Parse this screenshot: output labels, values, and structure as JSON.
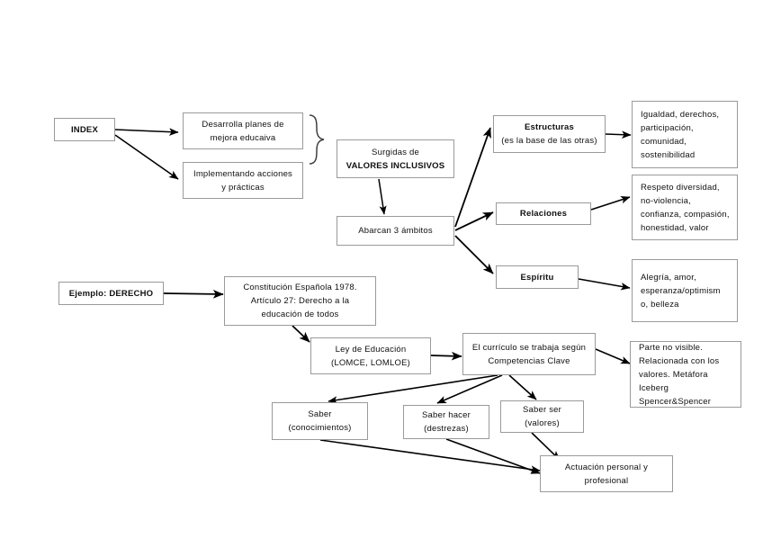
{
  "diagram": {
    "title_nodes": {
      "index": {
        "lines": [
          "INDEX"
        ]
      },
      "ejemplo": {
        "lines": [
          "Ejemplo: DERECHO"
        ]
      }
    },
    "nodes": [
      {
        "id": "index",
        "lines": [
          "INDEX"
        ],
        "bold": true
      },
      {
        "id": "desarrolla",
        "lines": [
          "Desarrolla planes de",
          "mejora educaiva"
        ]
      },
      {
        "id": "implementando",
        "lines": [
          "Implementando acciones",
          "y prácticas"
        ]
      },
      {
        "id": "valores",
        "lines": [
          "Surgidas de",
          "VALORES INCLUSIVOS"
        ]
      },
      {
        "id": "abarcan",
        "lines": [
          "Abarcan 3 ámbitos"
        ]
      },
      {
        "id": "estructuras",
        "lines": [
          "Estructuras",
          "(es la base de las otras)"
        ]
      },
      {
        "id": "relaciones",
        "lines": [
          "Relaciones"
        ]
      },
      {
        "id": "espiritu",
        "lines": [
          "Espíritu"
        ]
      },
      {
        "id": "igualdad",
        "lines": [
          "Igualdad, derechos,",
          "participación,",
          "comunidad,",
          "sostenibilidad"
        ]
      },
      {
        "id": "respeto",
        "lines": [
          "Respeto diversidad,",
          "no-violencia,",
          "confianza, compasión,",
          "honestidad, valor"
        ]
      },
      {
        "id": "alegria",
        "lines": [
          "Alegría, amor,",
          "esperanza/optimism",
          "o, belleza"
        ]
      },
      {
        "id": "ejemplo",
        "lines": [
          "Ejemplo: DERECHO"
        ],
        "bold": true
      },
      {
        "id": "constitucion",
        "lines": [
          "Constitución Española 1978.",
          "Artículo 27: Derecho a la",
          "educación de todos"
        ]
      },
      {
        "id": "ley",
        "lines": [
          "Ley de Educación",
          "(LOMCE, LOMLOE)"
        ]
      },
      {
        "id": "curriculo",
        "lines": [
          "El currículo se trabaja según",
          "Competencias Clave"
        ]
      },
      {
        "id": "iceberg",
        "lines": [
          "Parte no visible.",
          "Relacionada con los",
          "valores. Metáfora Iceberg",
          "Spencer&Spencer"
        ]
      },
      {
        "id": "saber",
        "lines": [
          "Saber",
          "(conocimientos)"
        ]
      },
      {
        "id": "saber_hacer",
        "lines": [
          "Saber hacer",
          "(destrezas)"
        ]
      },
      {
        "id": "saber_ser",
        "lines": [
          "Saber ser",
          "(valores)"
        ]
      },
      {
        "id": "actuacion",
        "lines": [
          "Actuación personal y",
          "profesional"
        ]
      }
    ],
    "labels": {
      "index": "INDEX",
      "desarrolla_l1": "Desarrolla planes de",
      "desarrolla_l2": "mejora educaiva",
      "implementando_l1": "Implementando acciones",
      "implementando_l2": "y prácticas",
      "valores_l1": "Surgidas de",
      "valores_l2": "VALORES INCLUSIVOS",
      "abarcan": "Abarcan 3 ámbitos",
      "estructuras_l1": "Estructuras",
      "estructuras_l2": "(es la base de las otras)",
      "relaciones": "Relaciones",
      "espiritu": "Espíritu",
      "igualdad_l1": "Igualdad, derechos,",
      "igualdad_l2": "participación,",
      "igualdad_l3": "comunidad,",
      "igualdad_l4": "sostenibilidad",
      "respeto_l1": "Respeto diversidad,",
      "respeto_l2": "no-violencia,",
      "respeto_l3": "confianza, compasión,",
      "respeto_l4": "honestidad, valor",
      "alegria_l1": "Alegría, amor,",
      "alegria_l2": "esperanza/optimism",
      "alegria_l3": "o, belleza",
      "ejemplo": "Ejemplo: DERECHO",
      "constitucion_l1": "Constitución Española 1978.",
      "constitucion_l2": "Artículo 27: Derecho a la",
      "constitucion_l3": "educación de todos",
      "ley_l1": "Ley de Educación",
      "ley_l2": "(LOMCE, LOMLOE)",
      "curriculo_l1": "El currículo se trabaja según",
      "curriculo_l2": "Competencias Clave",
      "iceberg_l1": "Parte no visible.",
      "iceberg_l2": "Relacionada con los",
      "iceberg_l3": "valores. Metáfora Iceberg",
      "iceberg_l4": "Spencer&Spencer",
      "saber_l1": "Saber",
      "saber_l2": "(conocimientos)",
      "saber_hacer_l1": "Saber hacer",
      "saber_hacer_l2": "(destrezas)",
      "saber_ser_l1": "Saber ser",
      "saber_ser_l2": "(valores)",
      "actuacion_l1": "Actuación personal y",
      "actuacion_l2": "profesional"
    },
    "colors": {
      "background": "#ffffff",
      "box_border": "#9a9a9a",
      "text": "#101010",
      "connector": "#000000"
    }
  }
}
